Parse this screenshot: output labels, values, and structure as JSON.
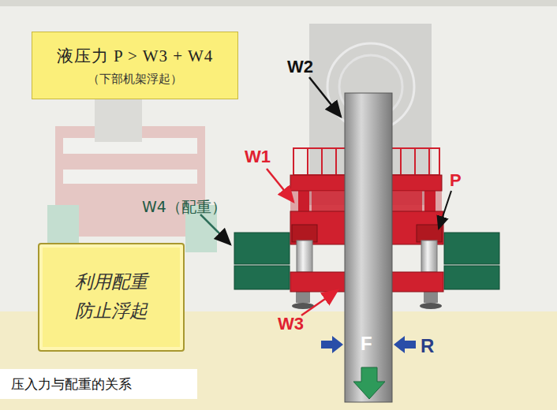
{
  "diagram": {
    "caption": "压入力与配重的关系",
    "nodes": [
      {
        "text": [
          "液压力 P > W3 + W4",
          "（下部机架浮起）"
        ]
      },
      {
        "text": [
          "利用配重 防止浮起"
        ]
      }
    ],
    "labels": [
      "W2",
      "W1",
      "W4（配重）",
      "P",
      "W3",
      "F",
      "R"
    ]
  }
}
